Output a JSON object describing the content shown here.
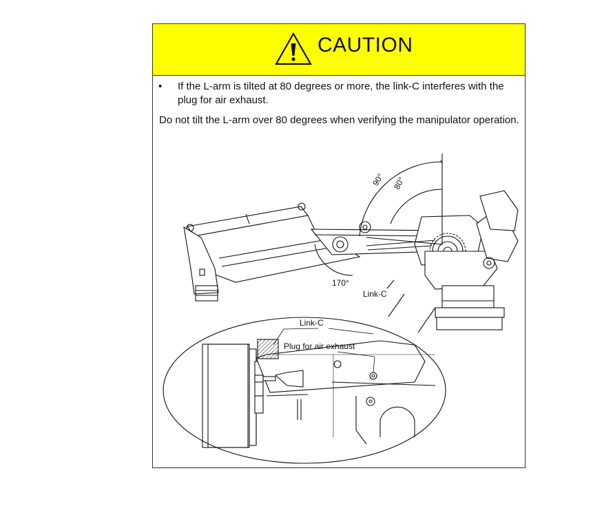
{
  "caution": {
    "title": "CAUTION",
    "bullet_symbol": "•",
    "bullet_text": "If the L-arm is tilted at 80 degrees or more, the link-C interferes with the plug for air exhaust.",
    "body_text": "Do not tilt the L-arm over 80 degrees when verifying the manipulator operation.",
    "icon": "warning-triangle-icon"
  },
  "figure": {
    "angle_90": "90°",
    "angle_80": "80°",
    "angle_170": "170°",
    "label_link_c_upper": "Link-C",
    "label_link_c_detail": "Link-C",
    "label_plug": "Plug for air exhaust"
  }
}
